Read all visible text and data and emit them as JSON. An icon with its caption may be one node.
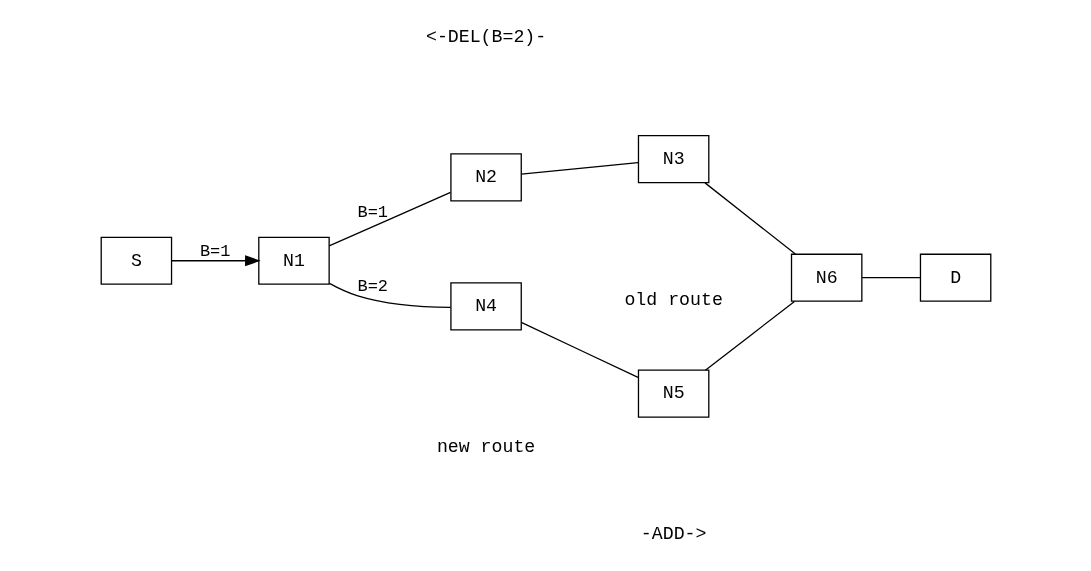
{
  "diagram": {
    "nodes": [
      {
        "text": [
          "S"
        ]
      },
      {
        "text": [
          "N1"
        ]
      },
      {
        "text": [
          "N2"
        ]
      },
      {
        "text": [
          "N3"
        ]
      },
      {
        "text": [
          "N4"
        ]
      },
      {
        "text": [
          "N5"
        ]
      },
      {
        "text": [
          "N6"
        ]
      },
      {
        "text": [
          "D"
        ]
      }
    ],
    "edges": [
      {
        "from": 0,
        "to": 1,
        "arrow": "to",
        "label": "B=1"
      },
      {
        "from": 1,
        "to": 2,
        "arrow": "none",
        "label": "B=1"
      },
      {
        "from": 2,
        "to": 3,
        "arrow": "none"
      },
      {
        "from": 3,
        "to": 6,
        "arrow": "none"
      },
      {
        "from": 1,
        "to": 4,
        "arrow": "none",
        "label": "B=2"
      },
      {
        "from": 4,
        "to": 5,
        "arrow": "none"
      },
      {
        "from": 5,
        "to": 6,
        "arrow": "none"
      },
      {
        "from": 6,
        "to": 7,
        "arrow": "none"
      }
    ],
    "labels": [
      "<-DEL(B=2)-",
      "old route",
      "new route",
      "-ADD->"
    ]
  }
}
